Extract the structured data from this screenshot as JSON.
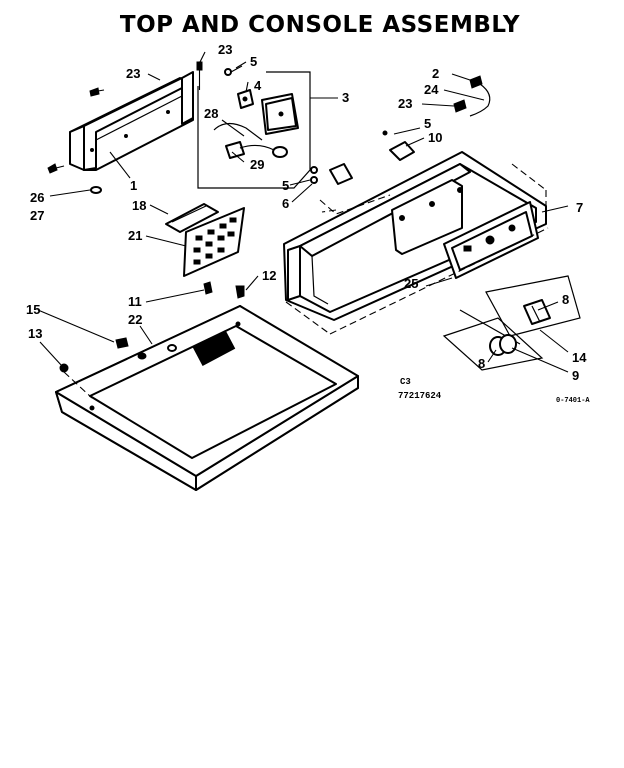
{
  "title": "TOP AND CONSOLE ASSEMBLY",
  "callouts": {
    "c1": "1",
    "c2": "2",
    "c3": "3",
    "c4": "4",
    "c5a": "5",
    "c5b": "5",
    "c5c": "5",
    "c6": "6",
    "c7": "7",
    "c8a": "8",
    "c8b": "8",
    "c9": "9",
    "c10": "10",
    "c11": "11",
    "c12": "12",
    "c13": "13",
    "c14": "14",
    "c15": "15",
    "c18": "18",
    "c21": "21",
    "c22": "22",
    "c23a": "23",
    "c23b": "23",
    "c23c": "23",
    "c24": "24",
    "c25": "25",
    "c26": "26",
    "c27": "27",
    "c28": "28",
    "c29": "29"
  },
  "code_c3": "C3",
  "part_number": "77217624",
  "figure_code": "0-7401-A"
}
